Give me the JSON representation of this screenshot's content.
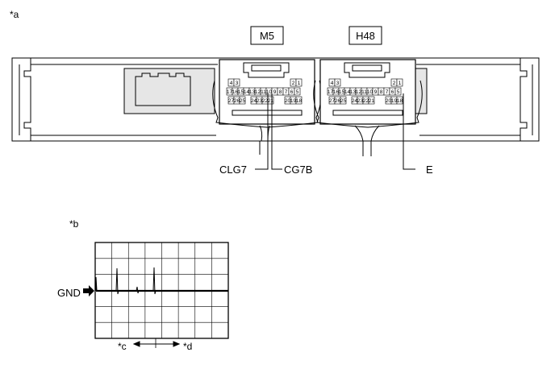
{
  "labels": {
    "a": "*a",
    "b": "*b",
    "c": "*c",
    "d": "*d"
  },
  "connectors": [
    {
      "id": "M5",
      "pins": {
        "row1": [
          "4",
          "3",
          "2",
          "1"
        ],
        "row2": [
          "17",
          "16",
          "15",
          "14",
          "13",
          "12",
          "11",
          "10",
          "9",
          "8",
          "7",
          "6",
          "5"
        ],
        "row3": [
          "27",
          "26",
          "25",
          "24",
          "23",
          "22",
          "21",
          "20",
          "19",
          "18"
        ]
      }
    },
    {
      "id": "H48",
      "pins": {
        "row1": [
          "4",
          "3",
          "2",
          "1"
        ],
        "row2": [
          "17",
          "16",
          "15",
          "14",
          "13",
          "12",
          "11",
          "10",
          "9",
          "8",
          "7",
          "6",
          "5"
        ],
        "row3": [
          "27",
          "26",
          "25",
          "24",
          "23",
          "22",
          "21",
          "20",
          "19",
          "18"
        ]
      }
    }
  ],
  "terminals": {
    "clg7": "CLG7",
    "cg7b": "CG7B",
    "e": "E"
  },
  "waveform": {
    "reference": "GND"
  }
}
